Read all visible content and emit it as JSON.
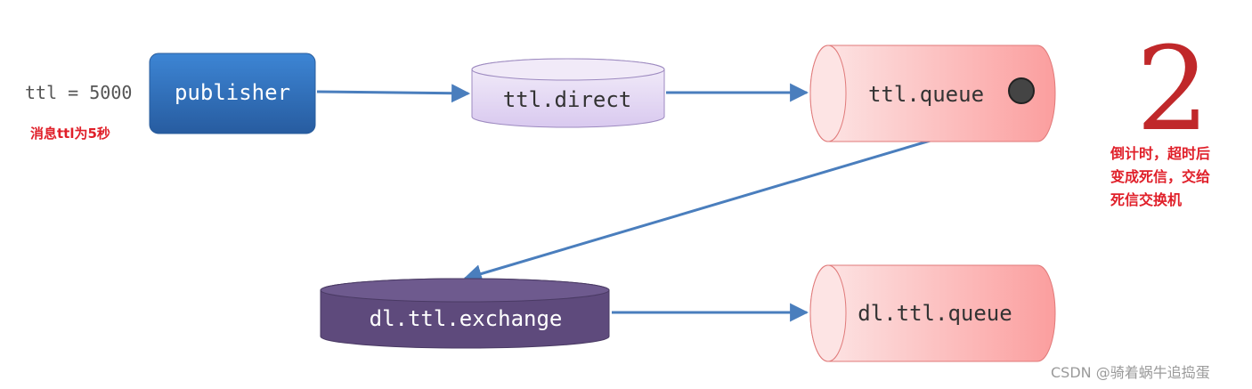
{
  "message": {
    "ttl_setting": "ttl = 5000",
    "ttl_note": "消息ttl为5秒"
  },
  "nodes": {
    "publisher": "publisher",
    "direct_exchange": "ttl.direct",
    "ttl_queue": "ttl.queue",
    "dead_letter_exchange": "dl.ttl.exchange",
    "dead_letter_queue": "dl.ttl.queue"
  },
  "step": {
    "number": "2",
    "note_lines": [
      "倒计时，超时后",
      "变成死信，交给",
      "死信交换机"
    ]
  },
  "watermark": "CSDN @骑着蜗牛追捣蛋",
  "colors": {
    "publisher": "#2f6db3",
    "direct_exchange": "#e6dcf3",
    "queue": "#fbbcbc",
    "dead_letter_exchange": "#5e4a7c",
    "arrow": "#4a7ebd",
    "accent_red": "#e0202a",
    "message_dot": "#444444"
  }
}
